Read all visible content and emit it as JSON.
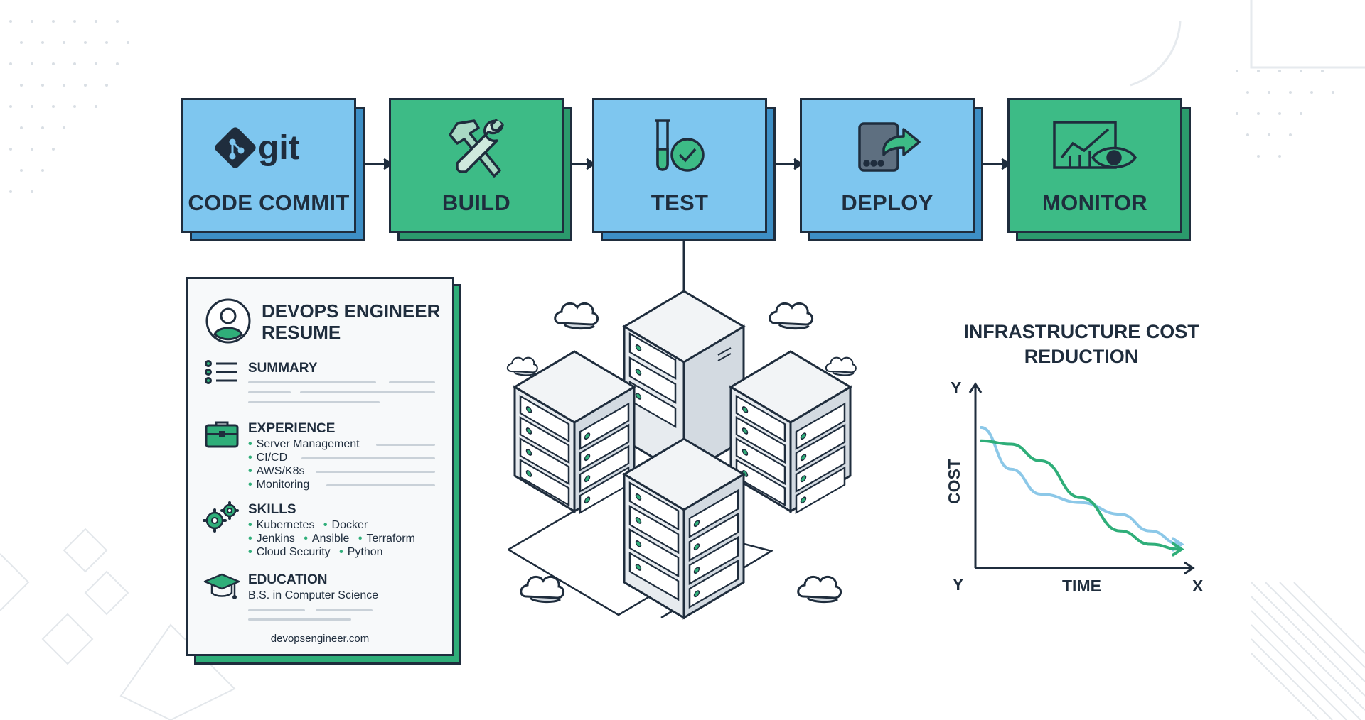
{
  "pipeline": {
    "stages": [
      {
        "label": "CODE COMMIT",
        "icon": "git-logo-icon",
        "color": "blue",
        "logo_text": "git"
      },
      {
        "label": "BUILD",
        "icon": "hammer-wrench-icon",
        "color": "green"
      },
      {
        "label": "TEST",
        "icon": "test-tube-check-icon",
        "color": "blue"
      },
      {
        "label": "DEPLOY",
        "icon": "server-deploy-icon",
        "color": "blue"
      },
      {
        "label": "MONITOR",
        "icon": "monitor-eye-icon",
        "color": "green"
      }
    ]
  },
  "resume": {
    "title": "DEVOPS ENGINEER RESUME",
    "summary": {
      "heading": "SUMMARY"
    },
    "experience": {
      "heading": "EXPERIENCE",
      "items": [
        "Server Management",
        "CI/CD",
        "AWS/K8s",
        "Monitoring"
      ]
    },
    "skills": {
      "heading": "SKILLS",
      "rows": [
        [
          "Kubernetes",
          "Docker"
        ],
        [
          "Jenkins",
          "Ansible",
          "Terraform"
        ],
        [
          "Cloud Security",
          "Python"
        ]
      ]
    },
    "education": {
      "heading": "EDUCATION",
      "degree": "B.S. in Computer Science"
    },
    "url": "devopsengineer.com"
  },
  "colors": {
    "blue": "#7ec6ef",
    "green": "#3dbb86",
    "navy": "#1f2d3d",
    "grey_line": "#c9d1d8"
  },
  "chart_data": {
    "type": "line",
    "title": "INFRASTRUCTURE COST REDUCTION",
    "xlabel": "TIME",
    "ylabel": "COST",
    "x_axis_end_label": "X",
    "y_axis_top_label": "Y",
    "origin_label": "Y",
    "grid": false,
    "note": "Unlabeled axes; two declining cost curves (blue and green) over time.",
    "series": [
      {
        "color": "#8cc8e8",
        "x": [
          0,
          0.15,
          0.3,
          0.5,
          0.7,
          0.85,
          1.0
        ],
        "y": [
          0.8,
          0.55,
          0.4,
          0.35,
          0.28,
          0.18,
          0.1
        ]
      },
      {
        "color": "#2fae79",
        "x": [
          0,
          0.15,
          0.3,
          0.5,
          0.7,
          0.85,
          1.0
        ],
        "y": [
          0.72,
          0.7,
          0.6,
          0.38,
          0.18,
          0.1,
          0.07
        ]
      }
    ],
    "xlim": [
      0,
      1
    ],
    "ylim": [
      0,
      1
    ]
  }
}
